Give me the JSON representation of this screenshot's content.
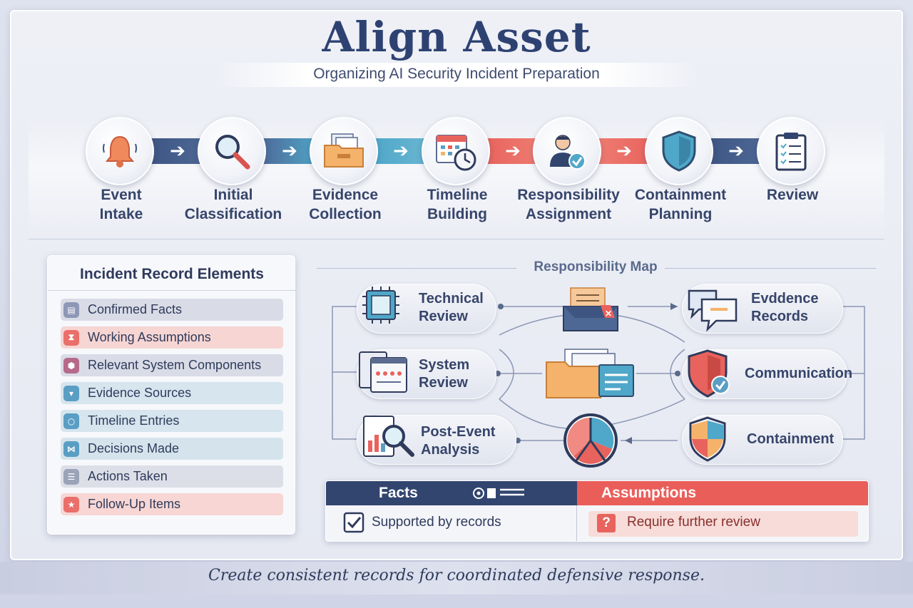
{
  "header": {
    "title": "Align Asset",
    "subtitle": "Organizing AI Security Incident Preparation"
  },
  "process": {
    "steps": [
      {
        "label": "Event\nIntake",
        "icon": "bell-icon"
      },
      {
        "label": "Initial\nClassification",
        "icon": "magnifier-icon"
      },
      {
        "label": "Evidence\nCollection",
        "icon": "folder-icon"
      },
      {
        "label": "Timeline\nBuilding",
        "icon": "calendar-clock-icon"
      },
      {
        "label": "Responsibility\nAssignment",
        "icon": "person-check-icon"
      },
      {
        "label": "Containment\nPlanning",
        "icon": "shield-icon"
      },
      {
        "label": "Review",
        "icon": "clipboard-icon"
      }
    ],
    "arrow_glyph": "➔"
  },
  "elements_panel": {
    "title": "Incident Record Elements",
    "items": [
      {
        "label": "Confirmed Facts",
        "color": "#d9dce6",
        "icon_color": "#8e97b5"
      },
      {
        "label": "Working Assumptions",
        "color": "#f6d5d3",
        "icon_color": "#ea6f6a"
      },
      {
        "label": "Relevant System Components",
        "color": "#d9dce6",
        "icon_color": "#b56a8a"
      },
      {
        "label": "Evidence Sources",
        "color": "#d6e5ee",
        "icon_color": "#5a9ec4"
      },
      {
        "label": "Timeline Entries",
        "color": "#d6e5ee",
        "icon_color": "#5a9ec4"
      },
      {
        "label": "Decisions Made",
        "color": "#d5e4ec",
        "icon_color": "#5a9ec4"
      },
      {
        "label": "Actions Taken",
        "color": "#dcdfe7",
        "icon_color": "#9ba3b9"
      },
      {
        "label": "Follow-Up Items",
        "color": "#f7d6d3",
        "icon_color": "#ea6f6a"
      }
    ]
  },
  "responsibility_map": {
    "title": "Responsibility Map",
    "nodes": {
      "technical_review": "Technical\nReview",
      "system_review": "System\nReview",
      "post_event_analysis": "Post-Event\nAnalysis",
      "evidence_records": "Evddence\nRecords",
      "communication": "Communication",
      "containment": "Containment"
    }
  },
  "facts_assumptions": {
    "facts_title": "Facts",
    "facts_text": "Supported by records",
    "assumptions_title": "Assumptions",
    "assumptions_text": "Require further review",
    "question_glyph": "?"
  },
  "footer": {
    "tagline": "Create consistent records for coordinated defensive response."
  },
  "colors": {
    "navy": "#32456f",
    "coral": "#ea5e5a",
    "teal": "#4fa7c9"
  }
}
